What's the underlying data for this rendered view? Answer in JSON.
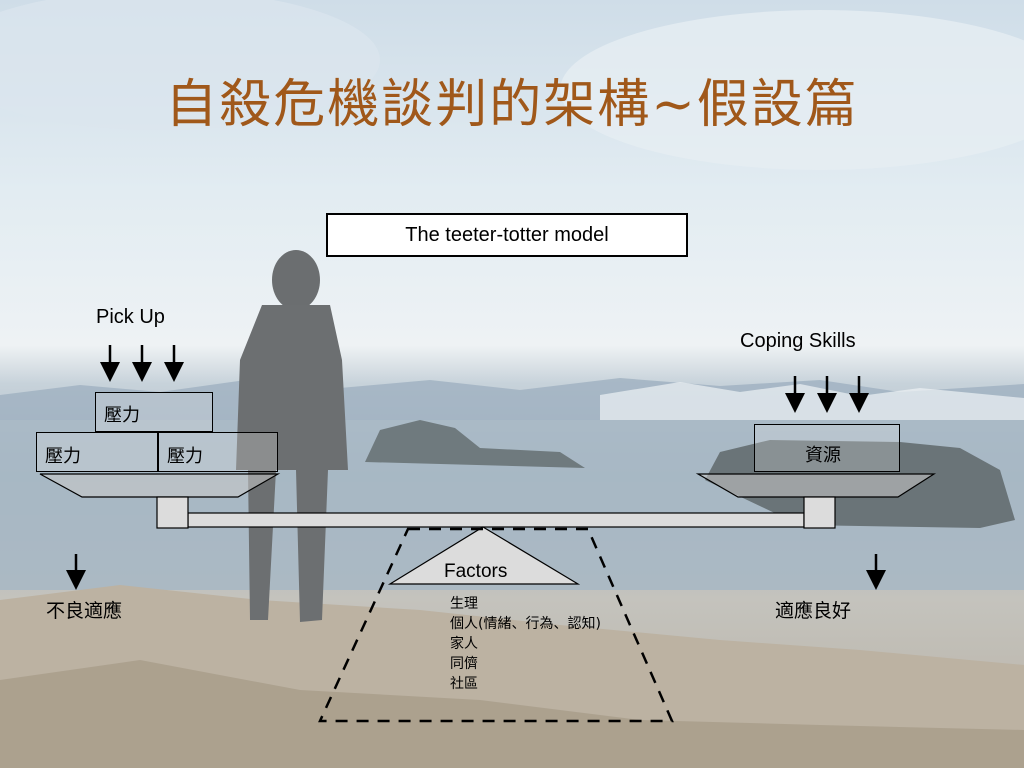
{
  "slide": {
    "title": "自殺危機談判的架構~假設篇",
    "model_label": "The teeter-totter model"
  },
  "left": {
    "heading": "Pick Up",
    "boxes": [
      "壓力",
      "壓力",
      "壓力"
    ],
    "outcome": "不良適應"
  },
  "right": {
    "heading": "Coping Skills",
    "box": "資源",
    "outcome": "適應良好"
  },
  "fulcrum": {
    "label": "Factors",
    "items": [
      "生理",
      "個人(情緒、行為、認知)",
      "家人",
      "同儕",
      "社區"
    ]
  }
}
